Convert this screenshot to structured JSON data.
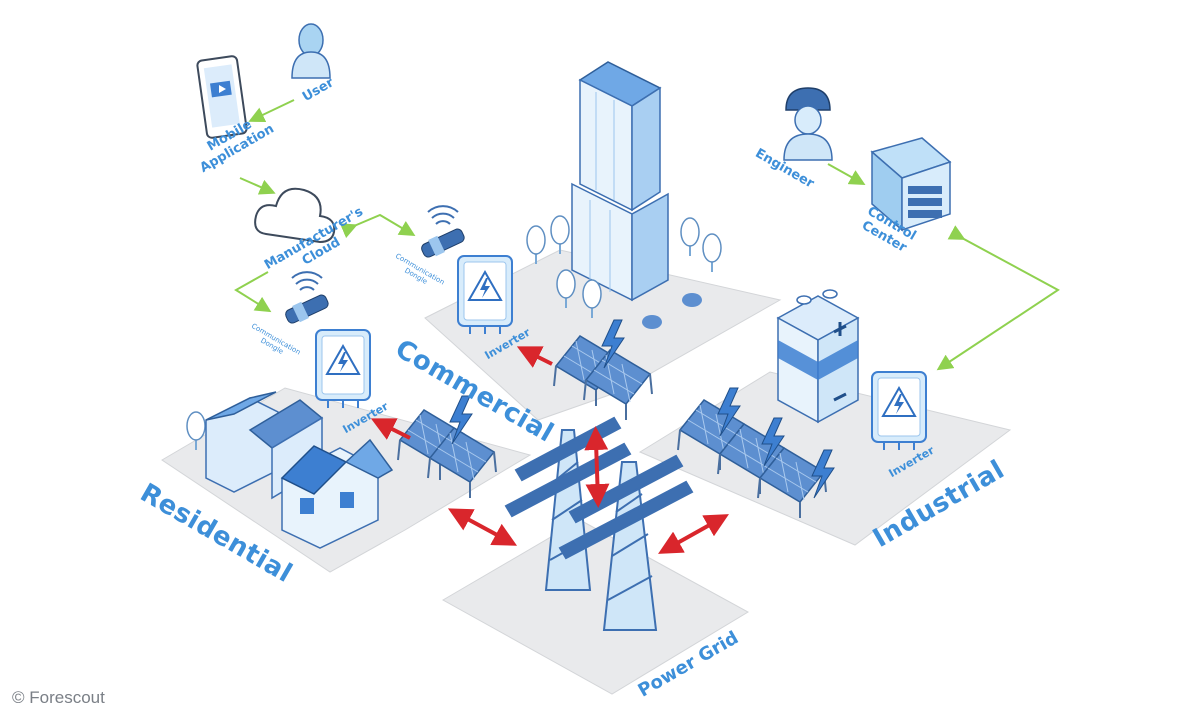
{
  "zones": {
    "residential": "Residential",
    "commercial": "Commercial",
    "industrial": "Industrial",
    "power_grid": "Power Grid"
  },
  "nodes": {
    "user": "User",
    "mobile_app_line1": "Mobile",
    "mobile_app_line2": "Application",
    "cloud_line1": "Manufacturer's",
    "cloud_line2": "Cloud",
    "engineer": "Engineer",
    "control_center_line1": "Control",
    "control_center_line2": "Center",
    "inverter": "Inverter",
    "dongle_line1": "Communication",
    "dongle_line2": "Dongle"
  },
  "copyright": "© Forescout",
  "colors": {
    "accent_blue": "#3d8fd9",
    "data_link_green": "#8fd14f",
    "power_flow_red": "#d9262c",
    "platform_gray": "#e9eaec"
  }
}
